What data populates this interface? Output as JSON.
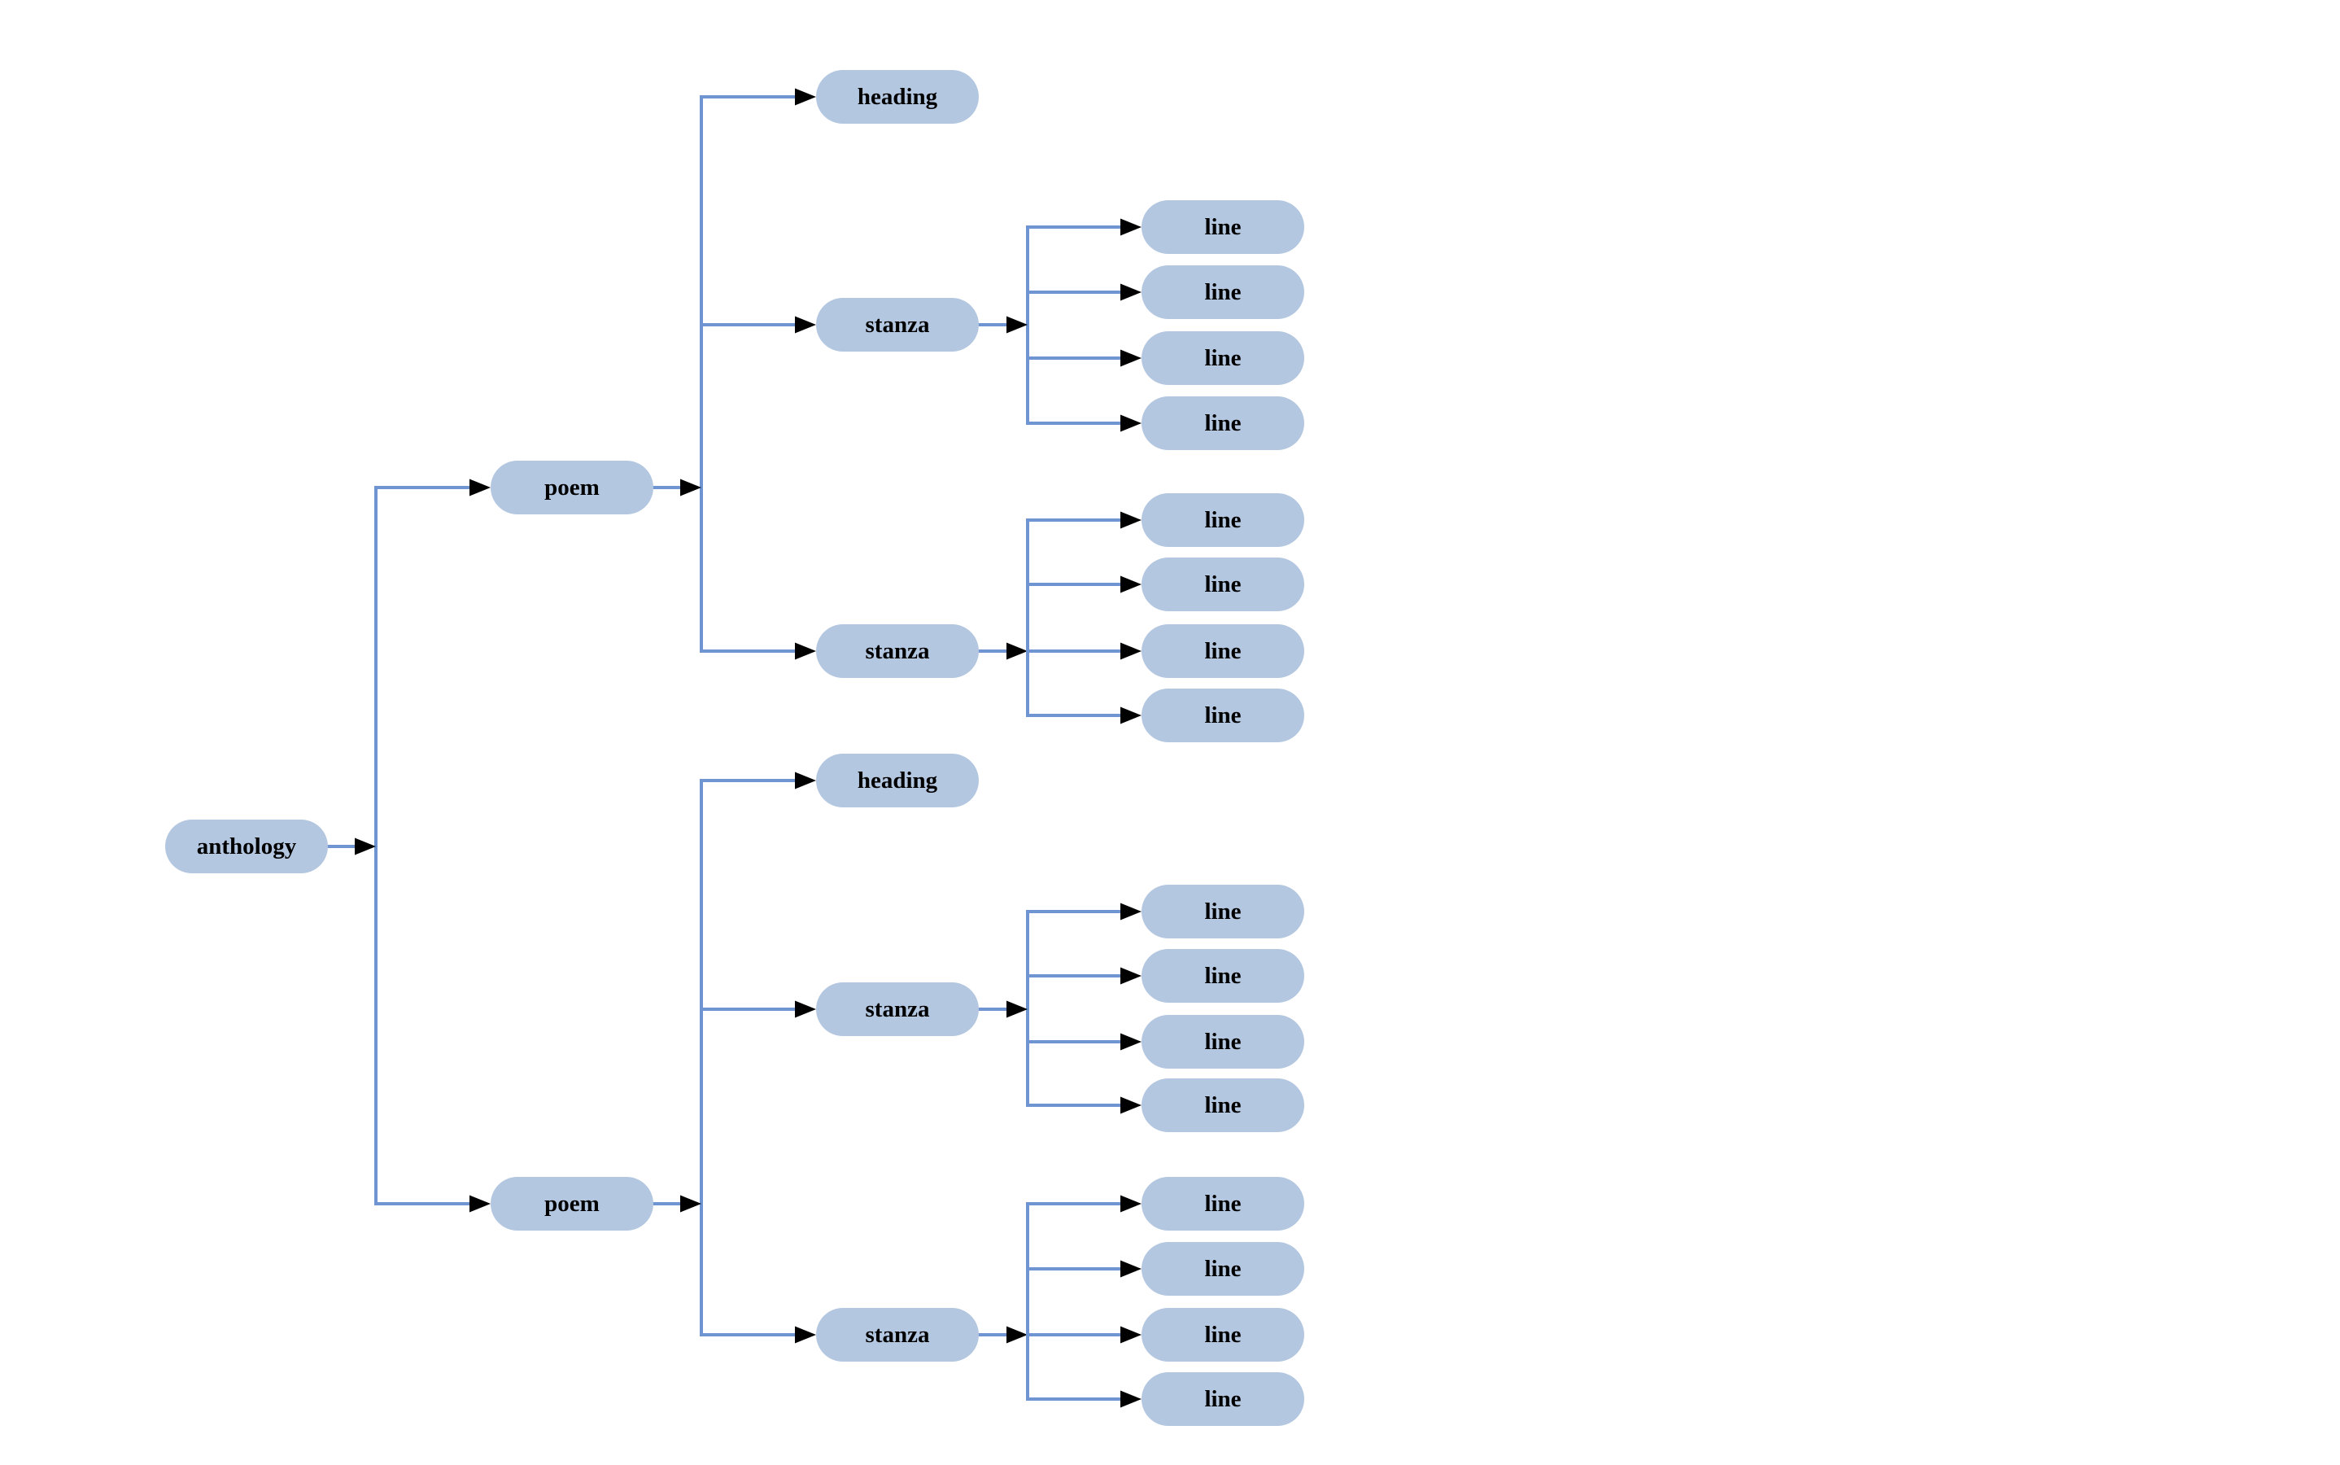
{
  "diagram": {
    "type": "tree",
    "orientation": "left-to-right",
    "background_color": "#ffffff",
    "node_fill_color": "#b4c7e1",
    "edge_color": "#6e95d2",
    "arrowhead_color": "#000000",
    "text_color": "#000000",
    "tree": {
      "label": "anthology",
      "children": [
        {
          "label": "poem",
          "children": [
            {
              "label": "heading",
              "children": []
            },
            {
              "label": "stanza",
              "children": [
                {
                  "label": "line"
                },
                {
                  "label": "line"
                },
                {
                  "label": "line"
                },
                {
                  "label": "line"
                }
              ]
            },
            {
              "label": "stanza",
              "children": [
                {
                  "label": "line"
                },
                {
                  "label": "line"
                },
                {
                  "label": "line"
                },
                {
                  "label": "line"
                }
              ]
            }
          ]
        },
        {
          "label": "poem",
          "children": [
            {
              "label": "heading",
              "children": []
            },
            {
              "label": "stanza",
              "children": [
                {
                  "label": "line"
                },
                {
                  "label": "line"
                },
                {
                  "label": "line"
                },
                {
                  "label": "line"
                }
              ]
            },
            {
              "label": "stanza",
              "children": [
                {
                  "label": "line"
                },
                {
                  "label": "line"
                },
                {
                  "label": "line"
                },
                {
                  "label": "line"
                }
              ]
            }
          ]
        }
      ]
    }
  }
}
